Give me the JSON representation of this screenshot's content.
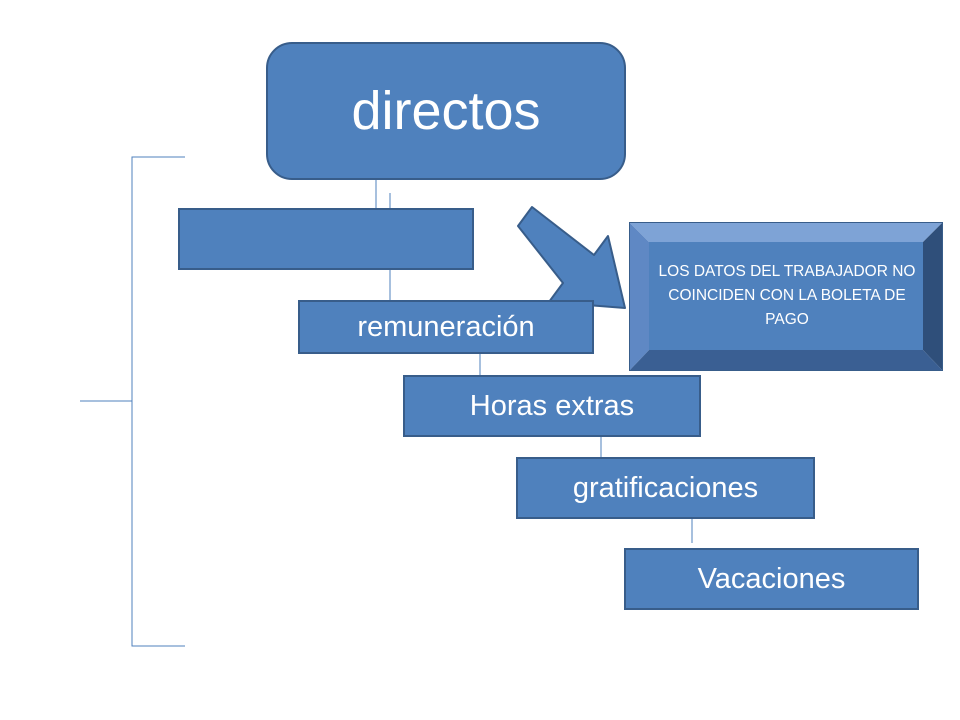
{
  "diagram": {
    "top_label": "directos",
    "blank_label": "",
    "items": [
      "remuneración",
      "Horas extras",
      "gratificaciones",
      "Vacaciones"
    ],
    "callout": "LOS DATOS DEL TRABAJADOR  NO COINCIDEN CON LA BOLETA DE PAGO"
  },
  "colors": {
    "fill": "#4f81bd",
    "border": "#385d8a",
    "bevel_dark": "#2f4f7a",
    "bevel_light": "#7ea3d6",
    "connector": "#4f81bd"
  }
}
